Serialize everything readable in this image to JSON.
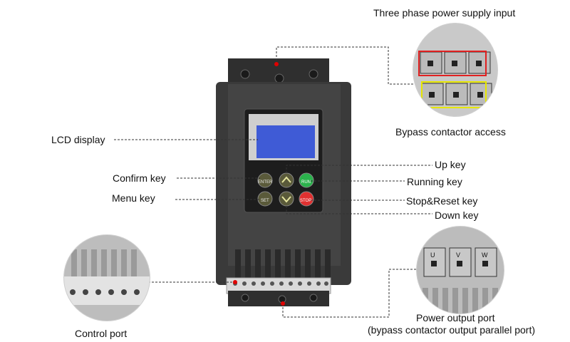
{
  "labels": {
    "three_phase": "Three phase power supply input",
    "bypass": "Bypass contactor access",
    "lcd": "LCD display",
    "up": "Up key",
    "confirm": "Confirm key",
    "running": "Running key",
    "menu": "Menu key",
    "stop_reset": "Stop&Reset key",
    "down": "Down key",
    "control_port": "Control port",
    "power_output": "Power output port",
    "power_output_sub": "(bypass contactor output parallel port)"
  },
  "keys": {
    "confirm_text": "ENTER",
    "menu_text": "SET",
    "running_text": "RUN",
    "stop_text": "STOP"
  },
  "terminal_marks": {
    "output": [
      "U",
      "V",
      "W"
    ]
  },
  "colors": {
    "device_body": "#3a3a3a",
    "lcd_screen": "#3f5bd6",
    "red_box": "#e02020",
    "yellow_box": "#e6e600",
    "run_key": "#2bb24c",
    "stop_key": "#e03030",
    "leader_dot": "#e00000"
  }
}
